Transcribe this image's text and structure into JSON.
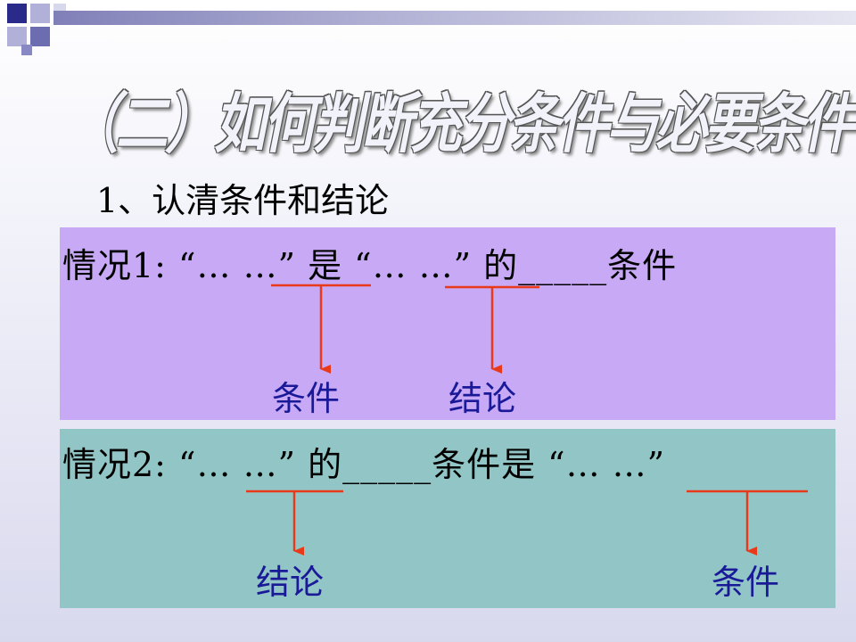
{
  "slide": {
    "title": "（二）如何判断充分条件与必要条件",
    "subtitle": "1、认清条件和结论"
  },
  "case1": {
    "text": "情况1:  “… …” 是 “… …” 的_____条件",
    "label_left": "条件",
    "label_right": "结论"
  },
  "case2": {
    "text": "情况2:  “… …” 的_____条件是 “… …”",
    "label_left": "结论",
    "label_right": "条件"
  },
  "colors": {
    "panel1": "#c8a9f5",
    "panel2": "#92c6c6",
    "arrow": "#e83a1a",
    "label": "#1a1a99"
  }
}
